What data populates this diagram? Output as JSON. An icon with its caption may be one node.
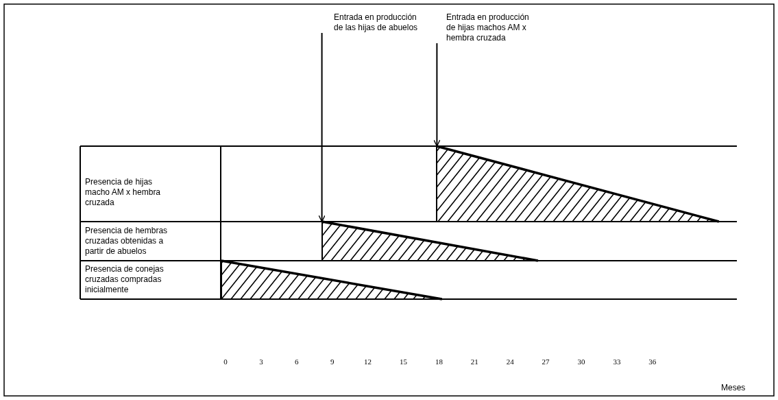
{
  "diagram": {
    "nodes": [
      {
        "text": [
          "Entrada en producción de las hijas de abuelos"
        ]
      },
      {
        "text": [
          "Entrada en producción de hijas machos AM x hembra cruzada"
        ]
      },
      {
        "text": [
          "Presencia de hijas macho AM x hembra cruzada"
        ]
      },
      {
        "text": [
          "Presencia de hembras cruzadas obtenidas a partir de abuelos"
        ]
      },
      {
        "text": [
          "Presencia de conejas cruzadas compradas inicialmente"
        ]
      },
      {
        "text": [],
        "shape": "triangle"
      },
      {
        "text": [],
        "shape": "triangle"
      },
      {
        "text": [],
        "shape": "triangle"
      }
    ],
    "edges": [
      {
        "from": 0,
        "to": 6,
        "arrow": "to"
      },
      {
        "from": 1,
        "to": 5,
        "arrow": "to"
      }
    ],
    "labels": [
      "0",
      "3",
      "6",
      "9",
      "12",
      "15",
      "18",
      "21",
      "24",
      "27",
      "30",
      "33",
      "36",
      "Meses"
    ]
  }
}
